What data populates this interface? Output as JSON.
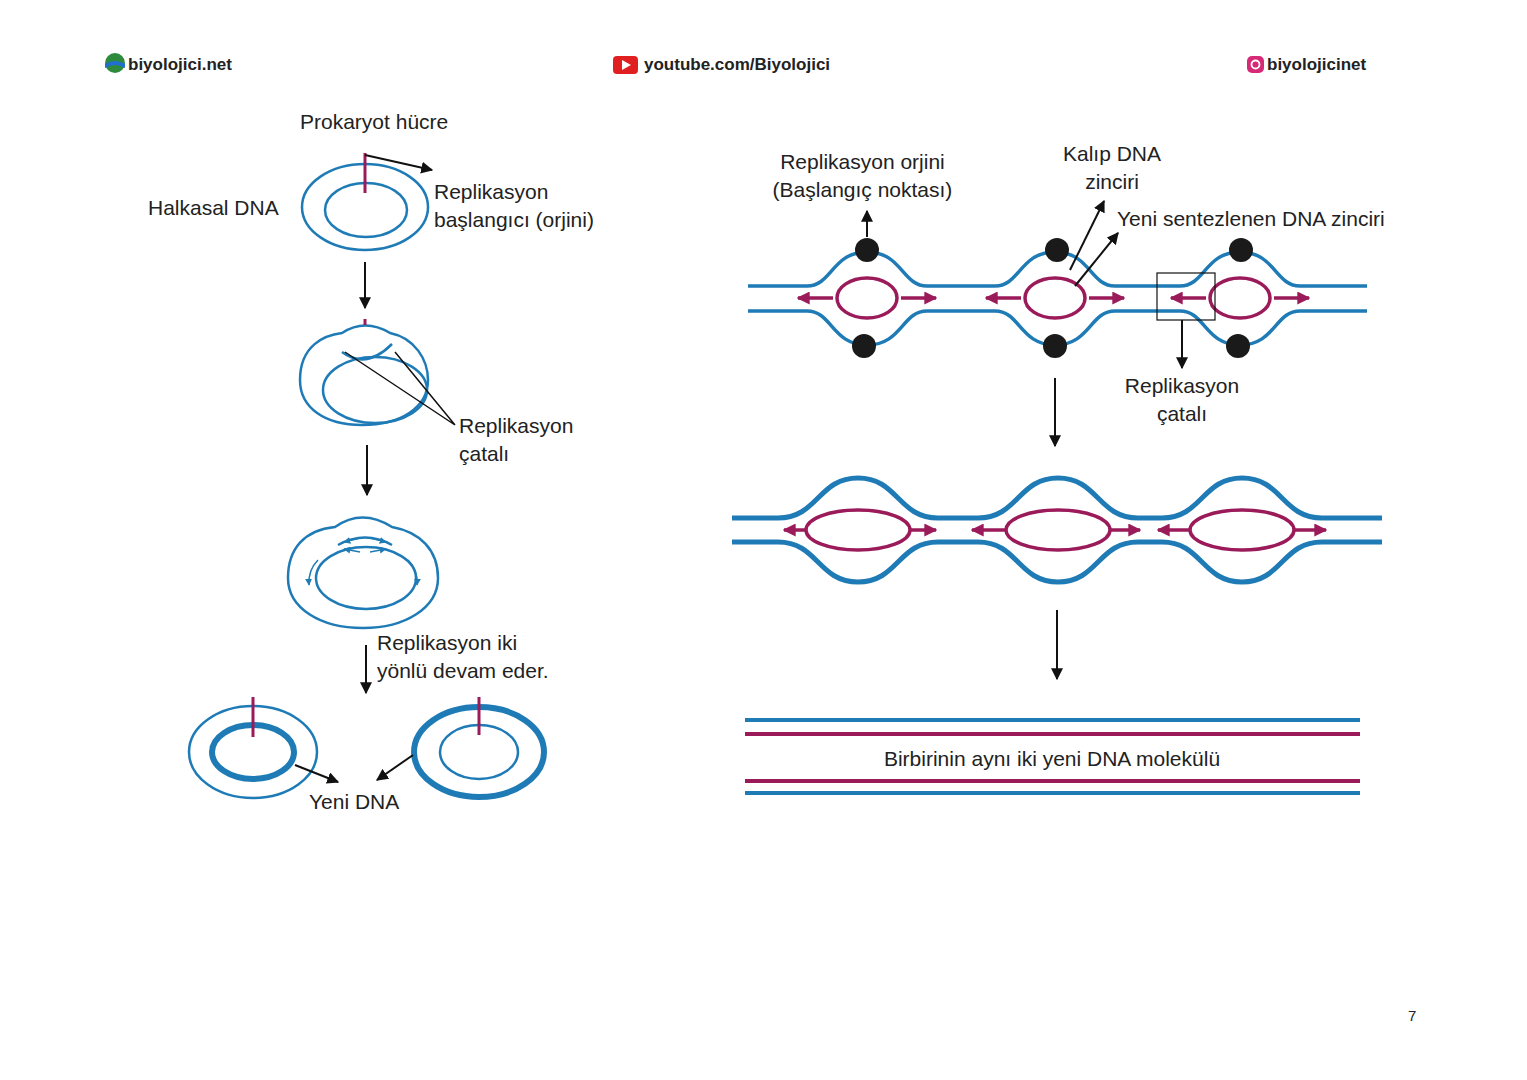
{
  "diagram": {
    "labels": [
      "biyolojici.net",
      "youtube.com/Biyolojici",
      "biyolojicinet",
      "Prokaryot hücre",
      "Halkasal DNA",
      "Replikasyon başlangıcı (orjini)",
      "Replikasyon çatalı",
      "Replikasyon iki yönlü devam eder.",
      "Yeni DNA",
      "Replikasyon orjini (Başlangıç noktası)",
      "Kalıp DNA zinciri",
      "Yeni sentezlenen DNA zinciri",
      "Replikasyon çatalı",
      "Birbirinin aynı iki yeni DNA molekülü",
      "7"
    ]
  }
}
